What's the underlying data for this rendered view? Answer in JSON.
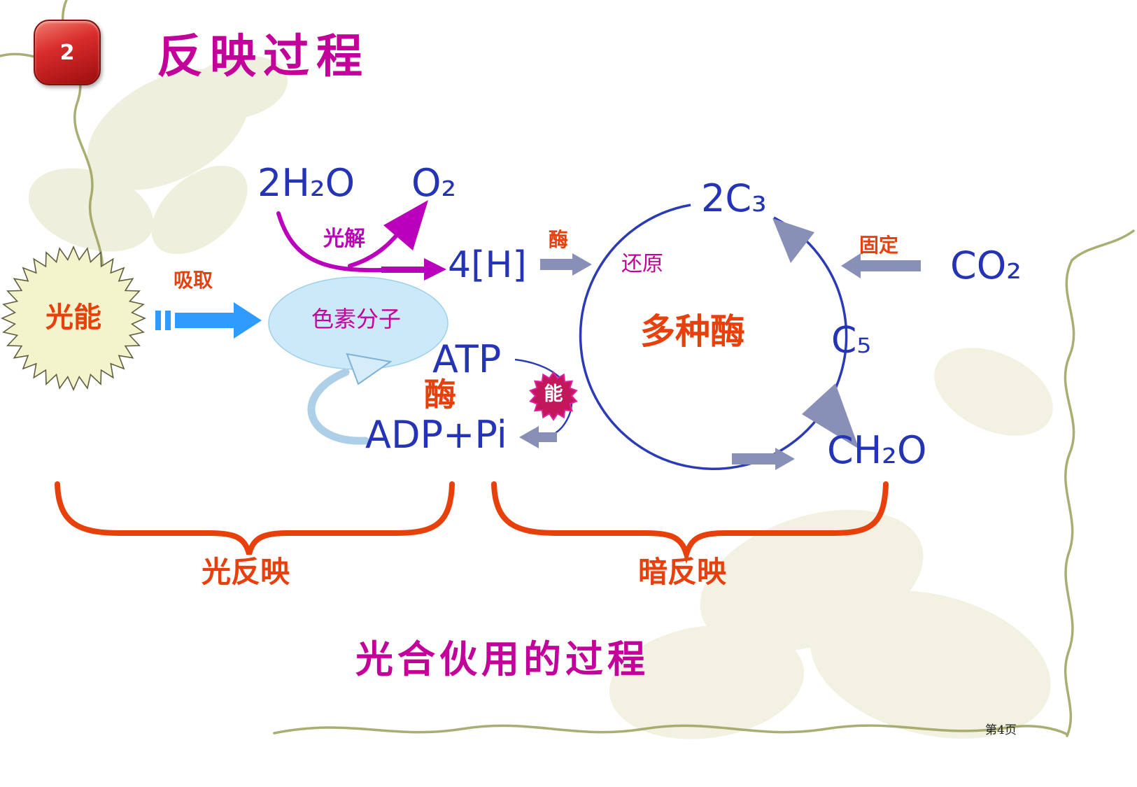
{
  "slide": {
    "badge": "2",
    "title": "反映过程",
    "caption": "光合伙用的过程",
    "page_number": "第4页"
  },
  "light_reaction": {
    "water": "2H₂O",
    "photolysis": "光解",
    "oxygen": "O₂",
    "hydrogen": "4[H]",
    "light_energy": "光能",
    "absorb": "吸取",
    "pigment": "色素分子",
    "atp": "ATP",
    "enzyme": "酶",
    "energy": "能",
    "adp": "ADP+Pi",
    "brace_label": "光反映"
  },
  "dark_reaction": {
    "enzyme": "酶",
    "reduction": "还原",
    "c3": "2C₃",
    "fixation": "固定",
    "co2": "CO₂",
    "multi_enzyme": "多种酶",
    "c5": "C₅",
    "ch2o": "CH₂O",
    "brace_label": "暗反映"
  },
  "colors": {
    "title_magenta": "#C4009B",
    "chem_blue": "#2534B4",
    "orange_red": "#E8400C",
    "arrow_magenta": "#BB00BB",
    "arrow_gray_blue": "#8890B8",
    "arrow_bright_blue": "#2F9BFF",
    "pigment_fill": "#CBE9F8",
    "light_star_fill": "#F4F4CC",
    "energy_star_fill": "#C2185B",
    "cycle_blue": "#2B3BB5",
    "vine_green": "#9AA05A"
  }
}
